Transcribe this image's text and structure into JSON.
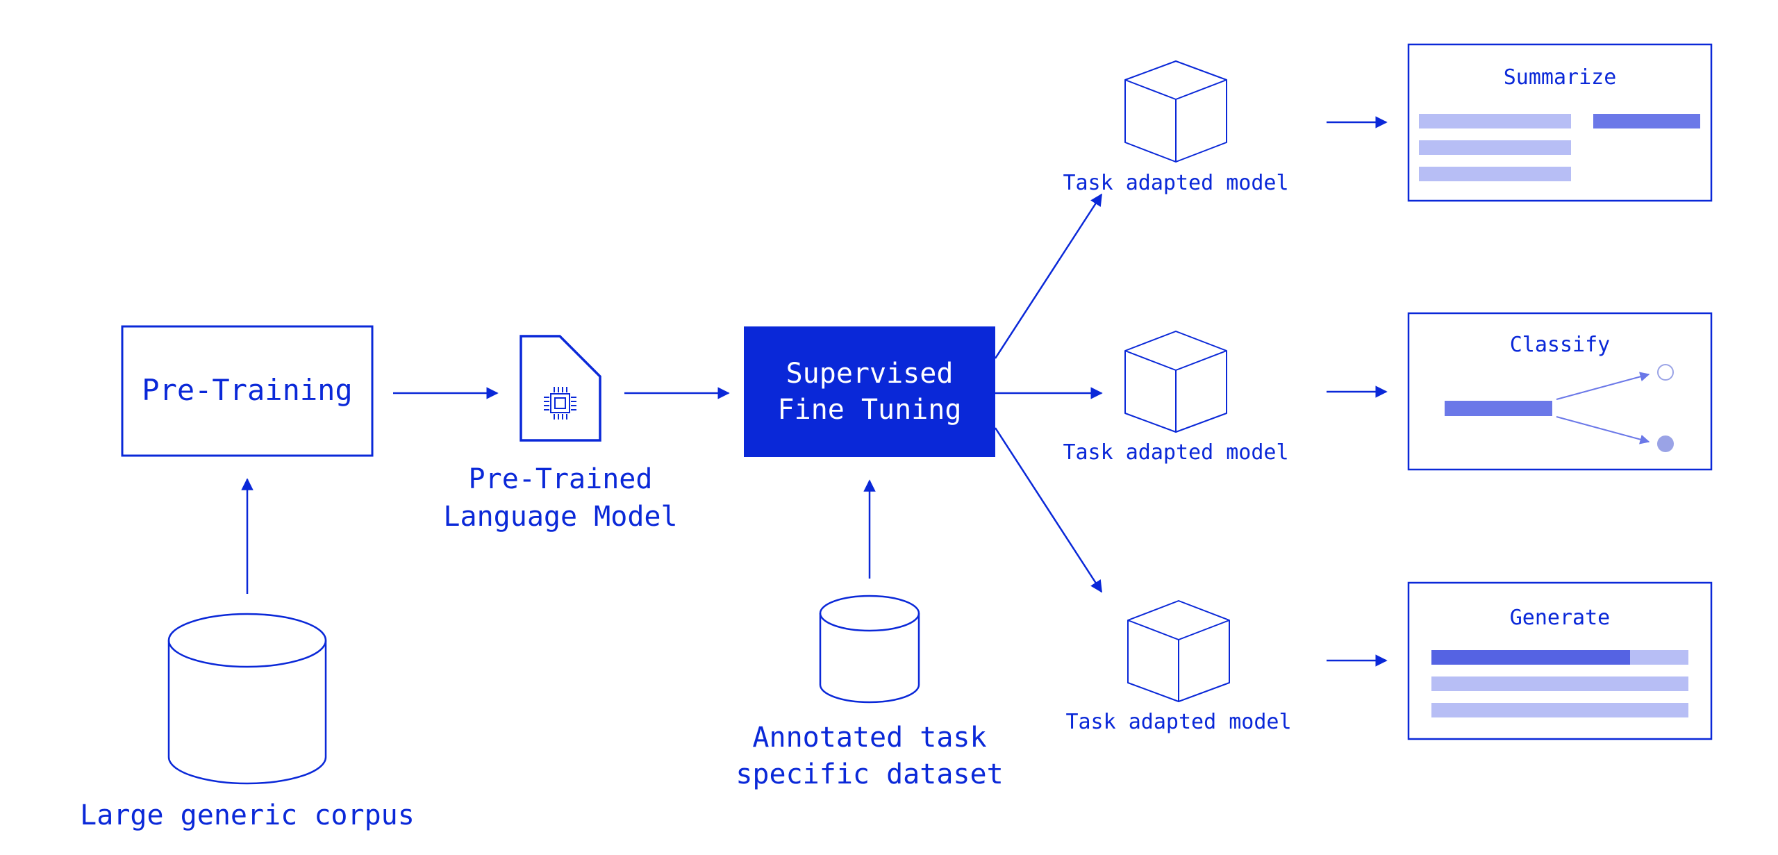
{
  "colors": {
    "primary": "#0a28d8",
    "block_fill": "#0a28d8",
    "block_text": "#ffffff",
    "bar_dark": "#6b78e8",
    "bar_light": "#b7bef5",
    "circle_outline": "#9aa3e6",
    "background": "#ffffff"
  },
  "pretraining": {
    "label": "Pre-Training"
  },
  "corpus": {
    "label": "Large generic corpus",
    "icon": "database-cylinder-icon"
  },
  "pretrained_model": {
    "label_line1": "Pre-Trained",
    "label_line2": "Language Model",
    "icon": "chip-document-icon"
  },
  "sft": {
    "label_line1": "Supervised",
    "label_line2": "Fine Tuning"
  },
  "dataset": {
    "label_line1": "Annotated task",
    "label_line2": "specific dataset",
    "icon": "database-cylinder-icon"
  },
  "task_models": [
    {
      "label": "Task adapted model",
      "icon": "cube-icon"
    },
    {
      "label": "Task adapted model",
      "icon": "cube-icon"
    },
    {
      "label": "Task adapted model",
      "icon": "cube-icon"
    }
  ],
  "tasks": [
    {
      "title": "Summarize"
    },
    {
      "title": "Classify"
    },
    {
      "title": "Generate"
    }
  ]
}
